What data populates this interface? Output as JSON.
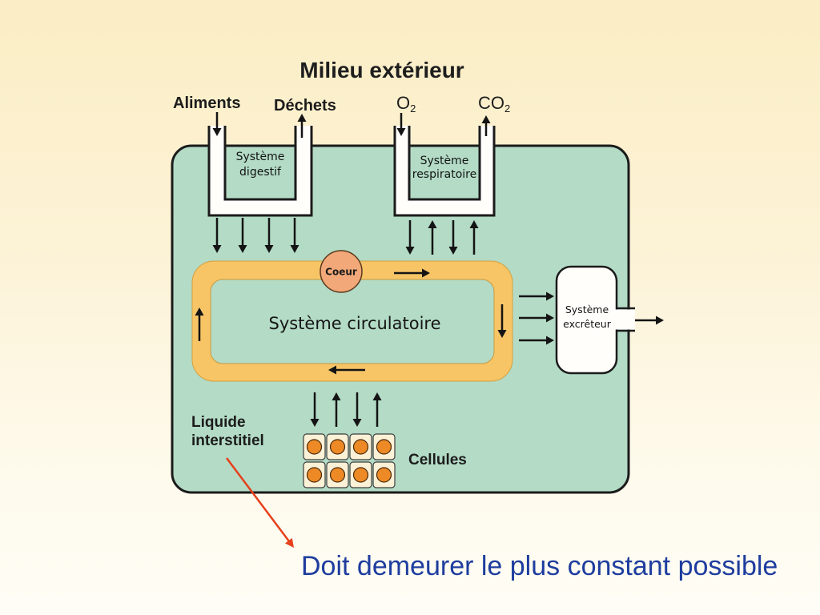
{
  "diagram": {
    "title": "Milieu extérieur",
    "exchanges": {
      "food": "Aliments",
      "waste": "Déchets",
      "oxygen": {
        "symbol": "O",
        "subscript": "2"
      },
      "carbon_dioxide": {
        "symbol": "CO",
        "subscript": "2"
      }
    },
    "digestive_system": {
      "line1": "Système",
      "line2": "digestif"
    },
    "respiratory_system": {
      "line1": "Système",
      "line2": "respiratoire"
    },
    "circulatory_system": {
      "label": "Système circulatoire",
      "heart": "Coeur"
    },
    "excretory_system": {
      "line1": "Système",
      "line2": "excrêteur"
    },
    "interstitial_fluid": {
      "line1": "Liquide",
      "line2": "interstitiel"
    },
    "cells": {
      "label": "Cellules"
    }
  },
  "caption": "Doit demeurer le plus constant possible",
  "colors": {
    "interstitial_fluid": "#b3dbc6",
    "organ_tube": "#fffefb",
    "circulation_ring": "#f7c566",
    "heart": "#f2a878",
    "cell": "#fbf1d7",
    "nucleus": "#ed8a26",
    "arrow": "#141414",
    "pointer_arrow": "#e6401c",
    "caption_text": "#1e3d9e"
  }
}
